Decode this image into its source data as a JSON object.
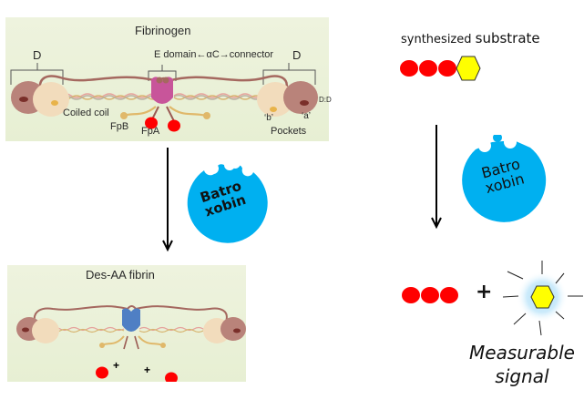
{
  "fibrinogen_panel": {
    "title": "Fibrinogen",
    "label_d_left": "D",
    "label_e_domain": "E domain←αC→connector",
    "label_d_right": "D",
    "label_dd": "D:D",
    "label_coiled_coil": "Coiled coil",
    "label_fpb": "FpB",
    "label_fpa": "FpA",
    "label_pocket_b": "‘b’",
    "label_pocket_a": "‘a’",
    "label_pockets": "Pockets"
  },
  "desaa_panel": {
    "title": "Des-AA fibrin",
    "plus_1": "+",
    "plus_2": "+"
  },
  "enzyme_left": {
    "line1": "Batro",
    "line2": "xobin"
  },
  "enzyme_right": {
    "line1": "Batro",
    "line2": "xobin"
  },
  "substrate": {
    "title_small": "synthesized ",
    "title_big": "substrate"
  },
  "products": {
    "plus": "+",
    "signal_line1": "Measurable",
    "signal_line2": "signal"
  },
  "colors": {
    "peptide_red": "#ff0000",
    "chromophore_yellow": "#ffff00",
    "enzyme_blue": "#00b0f0",
    "e_domain_pink": "#c8559a",
    "e_domain_blue": "#4f7fc4",
    "glow": "#a9dcf7"
  }
}
